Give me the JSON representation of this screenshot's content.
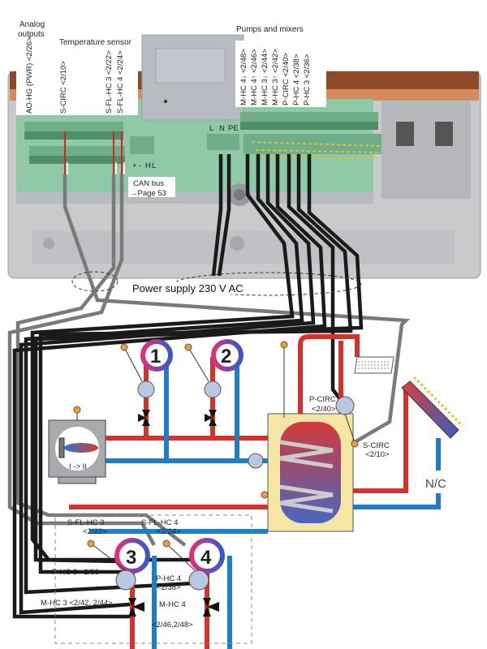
{
  "header_labels": {
    "analog_outputs": [
      "Analog",
      "outputs"
    ],
    "temperature_sensor": "Temperature sensor",
    "pumps_and_mixers": "Pumps and mixers"
  },
  "terminal_labels": {
    "ao_hg": "AO-HG (PWR) <2/26>",
    "s_circ": "S-CIRC <2/10>",
    "s_fl_hc3": "S-FL-HC 3 <2/22>",
    "s_fl_hc4": "S-FL-HC 4 <2/24>",
    "pumps": [
      "M-HC 4↓ <2/48>",
      "M-HC 4↑ <2/46>",
      "M-HC 3↓ <2/44>",
      "M-HC 3↑ <2/42>",
      "P-CIRC <2/40>",
      "P-HC 4 <2/38>",
      "P-HC 3 <2/36>"
    ]
  },
  "can_bus": {
    "line1": "CAN bus",
    "line2": "→Page 53",
    "pins": [
      "+",
      "-",
      "H",
      "L"
    ]
  },
  "power_terminals": [
    "L",
    "N",
    "PE"
  ],
  "power_supply": "Power supply 230 V AC",
  "heating_circuits": [
    "1",
    "2",
    "3",
    "4"
  ],
  "boiler_label": "I -> II",
  "components": {
    "p_circ": [
      "P-CIRC",
      "<2/40>"
    ],
    "s_circ": [
      "S-CIRC",
      "<2/10>"
    ],
    "nc": "N/C",
    "s_fl_hc3": [
      "S-FL-HC 3",
      "<2/22>"
    ],
    "s_fl_hc4": [
      "S-FL-HC 4",
      "<2/24>"
    ],
    "p_hc3": "P-HC 3 <2/36>",
    "p_hc4": [
      "P-HC 4",
      "<2/38>"
    ],
    "m_hc3": "M-HC 3 <2/42, 2/44>",
    "m_hc4": "M-HC 4",
    "m_hc4_terms": "<2/46,2/48>"
  },
  "colors": {
    "hot": "#d8302b",
    "cold": "#1e7fc8",
    "board": "#8fc9a8",
    "housing": "#c9cacc",
    "tank": "#f6e6a4",
    "sensor": "#f0a030"
  }
}
